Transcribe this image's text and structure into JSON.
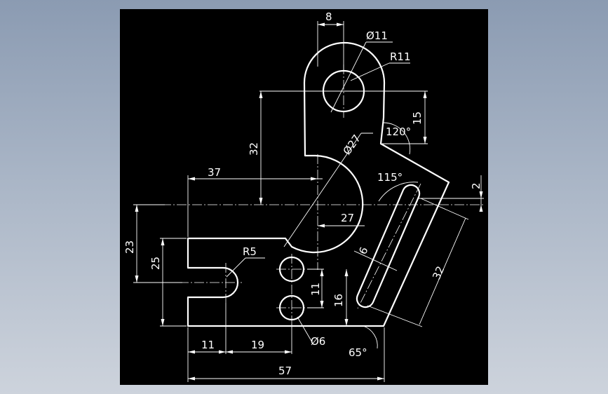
{
  "colors": {
    "background_gradient_top": "#8b9bb2",
    "background_gradient_bottom": "#cdd3dc",
    "viewport": "#000000",
    "lines": "#ffffff"
  },
  "dimensions": {
    "top_width": "8",
    "hole_diameter_top": "Ø11",
    "top_radius": "R11",
    "height_15": "15",
    "angle_120": "120°",
    "height_32": "32",
    "arc_diameter": "Ø27",
    "offset_37": "37",
    "angle_115": "115°",
    "offset_2": "2",
    "offset_27": "27",
    "slot_width": "6",
    "slot_length": "32",
    "height_23": "23",
    "height_25": "25",
    "slot_radius": "R5",
    "hole_spacing": "11",
    "height_16": "16",
    "hole_diameter_small": "Ø6",
    "angle_65": "65°",
    "width_11": "11",
    "width_19": "19",
    "overall_width": "57"
  }
}
